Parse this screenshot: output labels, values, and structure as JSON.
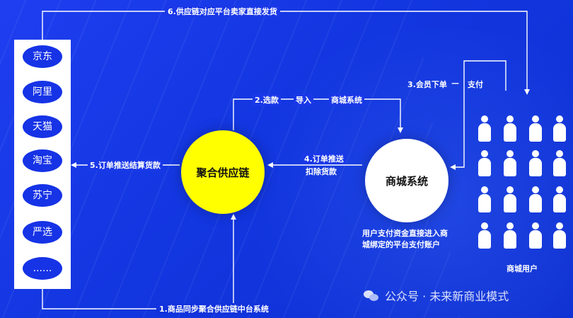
{
  "platforms": [
    "京东",
    "阿里",
    "天猫",
    "淘宝",
    "苏宁",
    "严选",
    "......"
  ],
  "center_node": "聚合供应链",
  "mall_node": "商城系统",
  "users_label": "商城用户",
  "flows": {
    "step1": "1.商品同步聚合供应链中台系统",
    "step2": "2.选款",
    "step2_import": "导入",
    "step2_target": "商城系统",
    "step3": "3.会员下单",
    "step3_pay": "支付",
    "step4_line1": "4.订单推送",
    "step4_line2": "扣除货款",
    "step5": "5.订单推送结算货款",
    "step6": "6.供应链对应平台卖家直接发货"
  },
  "payment_note_line1": "用户支付资金直接进入商",
  "payment_note_line2": "城绑定的平台支付账户",
  "watermark": "公众号 · 未来新商业模式"
}
